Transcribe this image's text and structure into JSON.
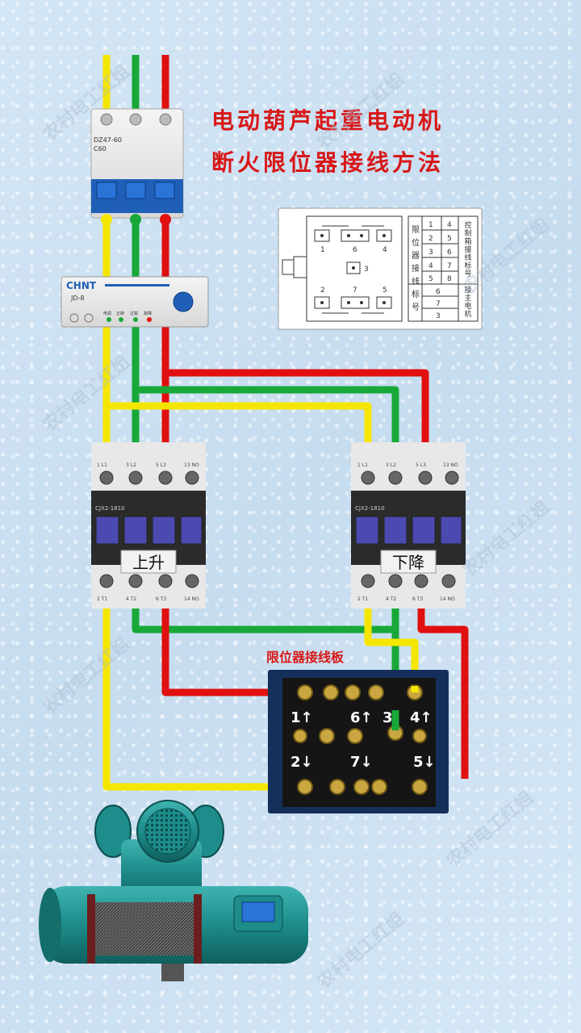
{
  "title": {
    "line1": "电动葫芦起重电动机",
    "line2": "断火限位器接线方法"
  },
  "breaker": {
    "model": "DZ47-60",
    "rating": "C60"
  },
  "relay": {
    "brand": "CHNT",
    "model": "JD-8",
    "leds": [
      "电源",
      "正转",
      "过载",
      "故障"
    ]
  },
  "contactor_left": {
    "model": "CJX2-1810",
    "label": "上升",
    "top_terminals": [
      "1 L1",
      "3 L2",
      "5 L3",
      "13 NO"
    ],
    "bottom_terminals": [
      "2 T1",
      "4 T2",
      "6 T3",
      "14 NO"
    ]
  },
  "contactor_right": {
    "model": "CJX2-1810",
    "label": "下降",
    "top_terminals": [
      "1 L1",
      "3 L2",
      "5 L3",
      "13 NO"
    ],
    "bottom_terminals": [
      "2 T1",
      "4 T2",
      "6 T3",
      "14 NO"
    ]
  },
  "limit_board": {
    "title": "限位器接线板",
    "labels": [
      "1↑",
      "6↑",
      "3",
      "4↑",
      "2↓",
      "7↓",
      "5↓"
    ]
  },
  "schematic": {
    "top_nums": [
      "1",
      "6",
      "4"
    ],
    "mid_num": "3",
    "bot_nums": [
      "2",
      "7",
      "5"
    ],
    "side_label": "限位器接线标号",
    "table_rows": [
      [
        "1",
        "4"
      ],
      [
        "2",
        "5"
      ],
      [
        "3",
        "6"
      ],
      [
        "4",
        "7"
      ],
      [
        "5",
        "8"
      ]
    ],
    "table_rows2": [
      "6",
      "7",
      "3"
    ],
    "right_label_top": "控制箱接线标号",
    "right_label_bottom": "接主电机"
  },
  "watermark": "农村电工红姐",
  "colors": {
    "yellow": "#f5e600",
    "green": "#18a838",
    "red": "#e01010",
    "title": "#d81818"
  }
}
